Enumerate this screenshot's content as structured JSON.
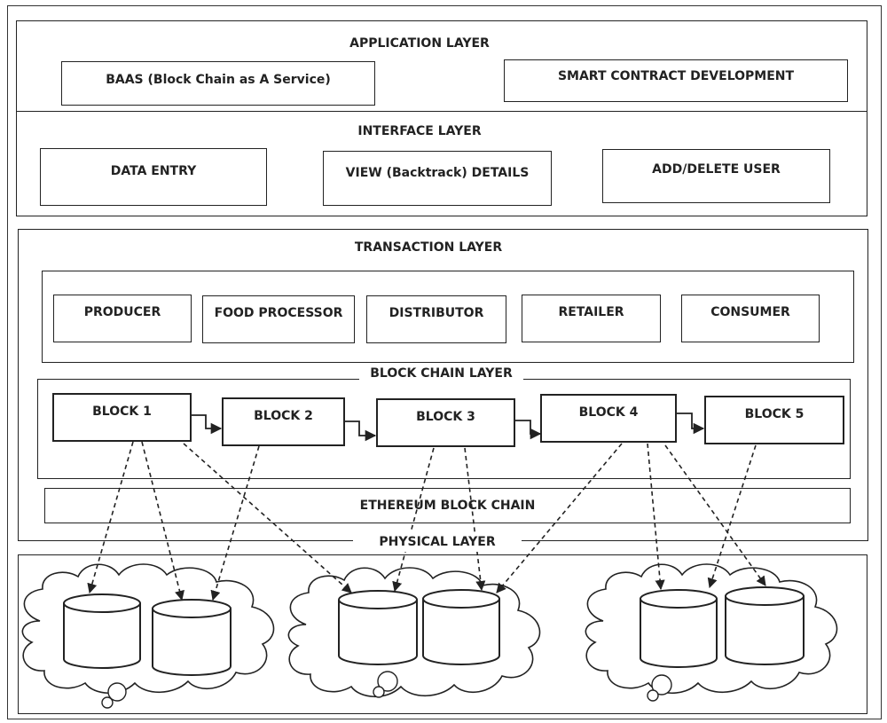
{
  "application_layer": {
    "title": "APPLICATION LAYER",
    "baas": "BAAS (Block Chain as A Service)",
    "smart_contract": "SMART CONTRACT DEVELOPMENT"
  },
  "interface_layer": {
    "title": "INTERFACE LAYER",
    "data_entry": "DATA ENTRY",
    "view_details": "VIEW (Backtrack) DETAILS",
    "add_delete_user": "ADD/DELETE USER"
  },
  "transaction_layer": {
    "title": "TRANSACTION LAYER",
    "participants": [
      "PRODUCER",
      "FOOD PROCESSOR",
      "DISTRIBUTOR",
      "RETAILER",
      "CONSUMER"
    ]
  },
  "blockchain_layer": {
    "title": "BLOCK CHAIN LAYER",
    "blocks": [
      "BLOCK 1",
      "BLOCK 2",
      "BLOCK 3",
      "BLOCK 4",
      "BLOCK 5"
    ],
    "ethereum": "ETHEREUM BLOCK CHAIN"
  },
  "physical_layer": {
    "title": "PHYSICAL LAYER"
  }
}
